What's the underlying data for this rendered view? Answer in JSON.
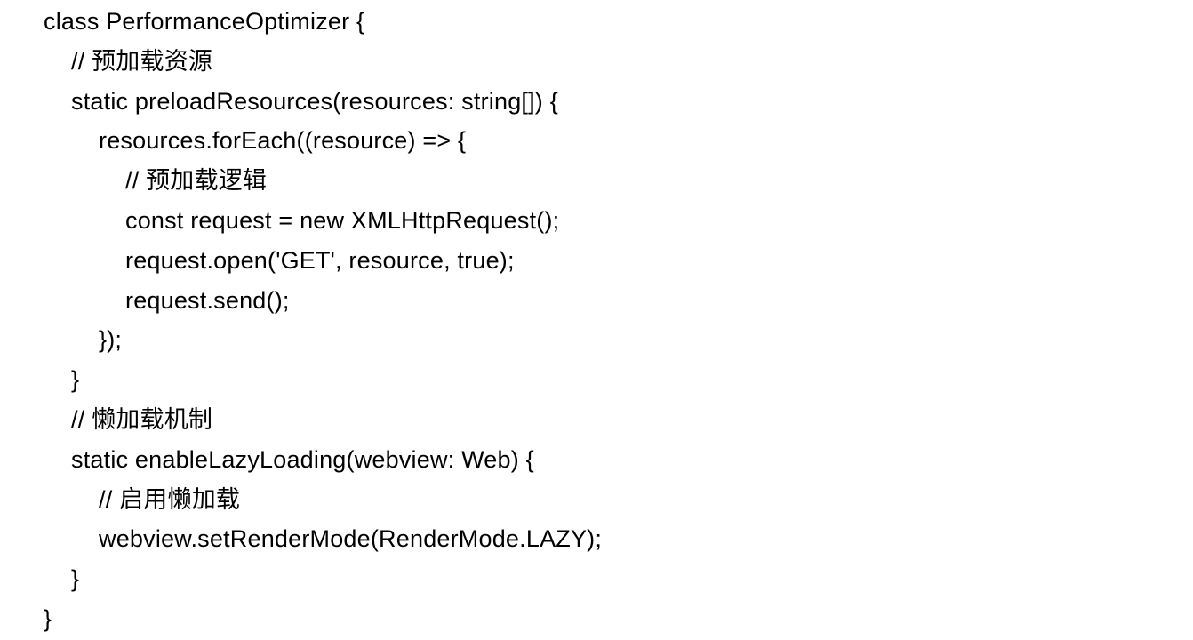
{
  "page": {
    "background_color": "#ffffff",
    "text_color": "#000000"
  },
  "code": {
    "language": "arkts",
    "lines": [
      {
        "indent": 0,
        "text": "class PerformanceOptimizer {",
        "comment": false
      },
      {
        "indent": 1,
        "text": "// 预加载资源",
        "comment": true
      },
      {
        "indent": 1,
        "text": "static preloadResources(resources: string[]) {",
        "comment": false
      },
      {
        "indent": 2,
        "text": "resources.forEach((resource) => {",
        "comment": false
      },
      {
        "indent": 3,
        "text": "// 预加载逻辑",
        "comment": true
      },
      {
        "indent": 3,
        "text": "const request = new XMLHttpRequest();",
        "comment": false
      },
      {
        "indent": 3,
        "text": "request.open('GET', resource, true);",
        "comment": false
      },
      {
        "indent": 3,
        "text": "request.send();",
        "comment": false
      },
      {
        "indent": 2,
        "text": "});",
        "comment": false
      },
      {
        "indent": 1,
        "text": "}",
        "comment": false
      },
      {
        "indent": 1,
        "text": "// 懒加载机制",
        "comment": true
      },
      {
        "indent": 1,
        "text": "static enableLazyLoading(webview: Web) {",
        "comment": false
      },
      {
        "indent": 2,
        "text": "// 启用懒加载",
        "comment": true
      },
      {
        "indent": 2,
        "text": "webview.setRenderMode(RenderMode.LAZY);",
        "comment": false
      },
      {
        "indent": 1,
        "text": "}",
        "comment": false
      },
      {
        "indent": 0,
        "text": "}",
        "comment": false
      }
    ]
  }
}
